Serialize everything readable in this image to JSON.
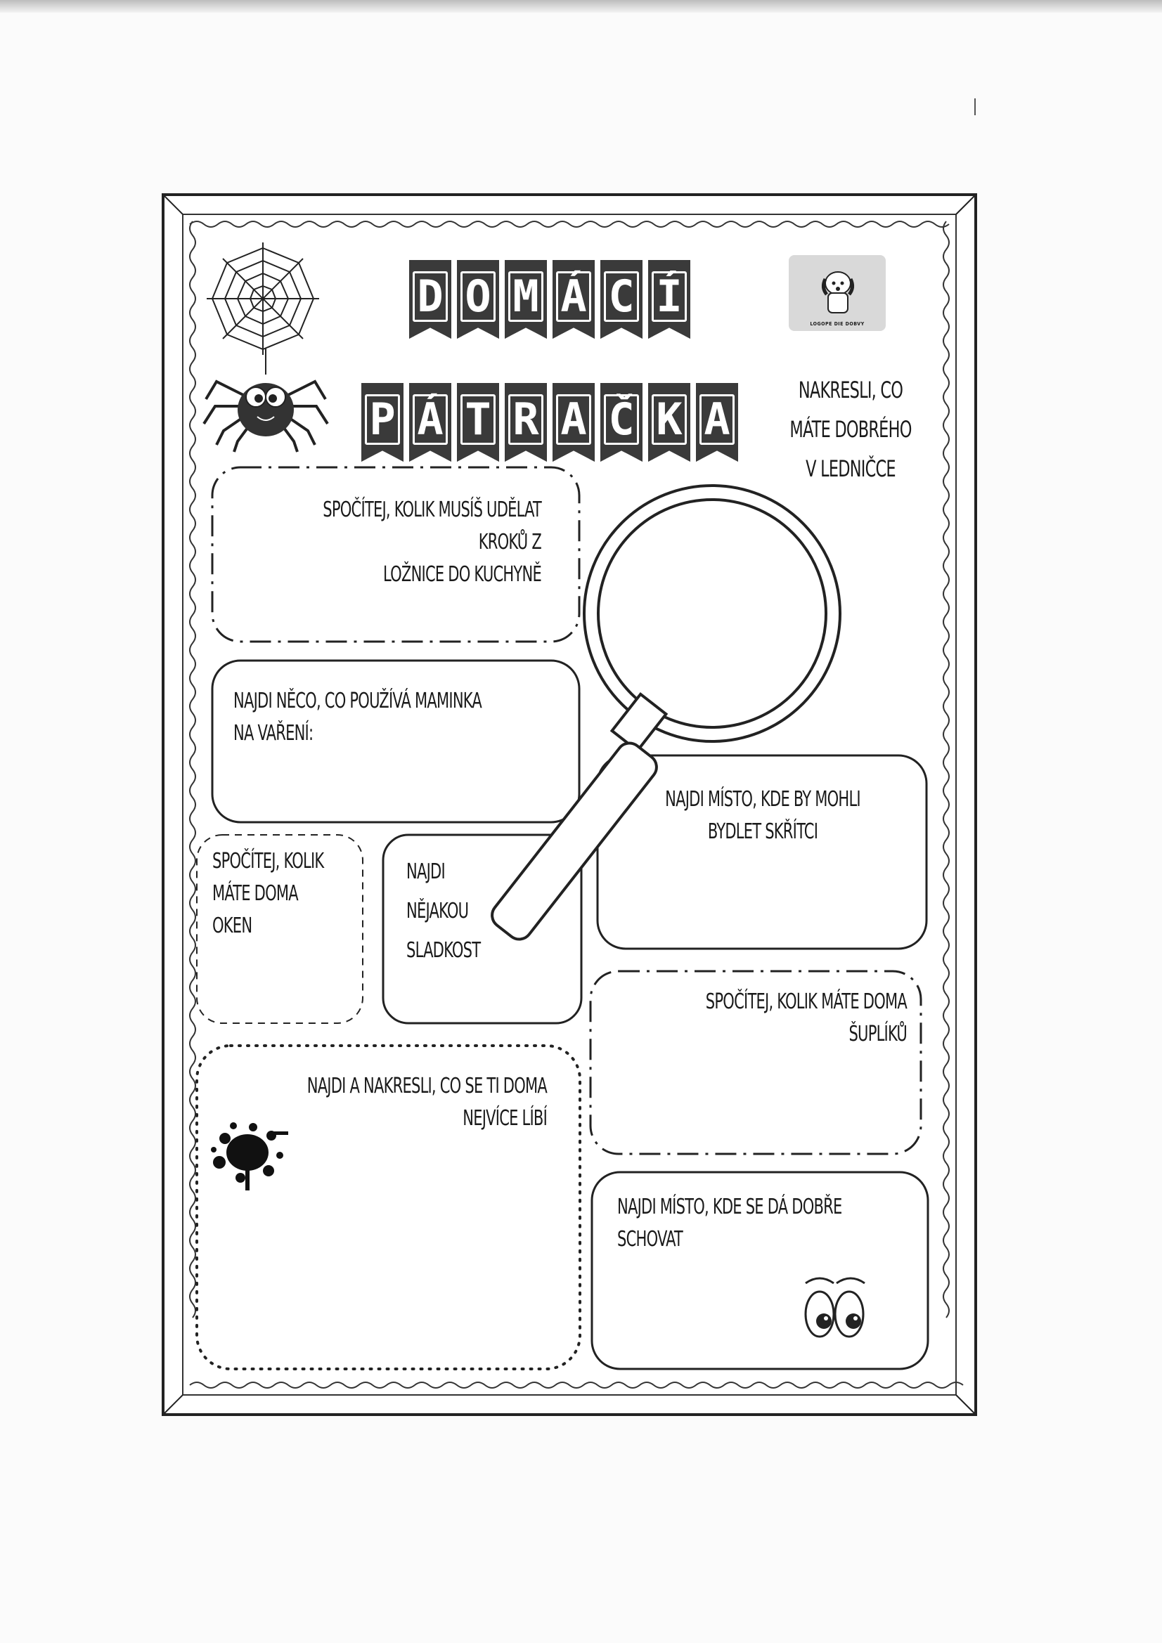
{
  "title": {
    "line1_letters": [
      "D",
      "O",
      "M",
      "Á",
      "C",
      "Í"
    ],
    "line2_letters": [
      "P",
      "Á",
      "T",
      "R",
      "A",
      "Č",
      "K",
      "A"
    ]
  },
  "logo": {
    "caption": "LOGOPE DIE DOBVY"
  },
  "tasks": {
    "kroky": "SPOČÍTEJ, KOLIK MUSÍŠ UDĚLAT KROKŮ Z\nLOŽNICE DO KUCHYNĚ",
    "lednice": "NAKRESLI, CO\nMÁTE DOBRÉHO\nV LEDNIČCE",
    "vareni": "NAJDI NĚCO, CO POUŽÍVÁ MAMINKA\nNA VAŘENÍ:",
    "skritci": "NAJDI MÍSTO, KDE BY MOHLI\nBYDLET SKŘÍTCI",
    "okna": "SPOČÍTEJ, KOLIK\nMÁTE DOMA OKEN",
    "sladkost": "NAJDI\nNĚJAKOU\nSLADKOST",
    "supliky": "SPOČÍTEJ, KOLIK MÁTE DOMA\nŠUPLÍKŮ",
    "libi": "NAJDI A NAKRESLI, CO SE TI DOMA\nNEJVÍCE LÍBÍ",
    "schovat": "NAJDI MÍSTO, KDE SE DÁ DOBŘE\nSCHOVAT"
  },
  "icons": [
    "spider-web-icon",
    "spider-icon",
    "magnifying-glass-icon",
    "ink-splat-icon",
    "eyes-icon",
    "dog-logo-icon"
  ],
  "colors": {
    "ink": "#1a1a1a",
    "banner": "#3a3a3a",
    "logo_bg": "#d9d9d9",
    "paper": "#fbfbfb"
  }
}
